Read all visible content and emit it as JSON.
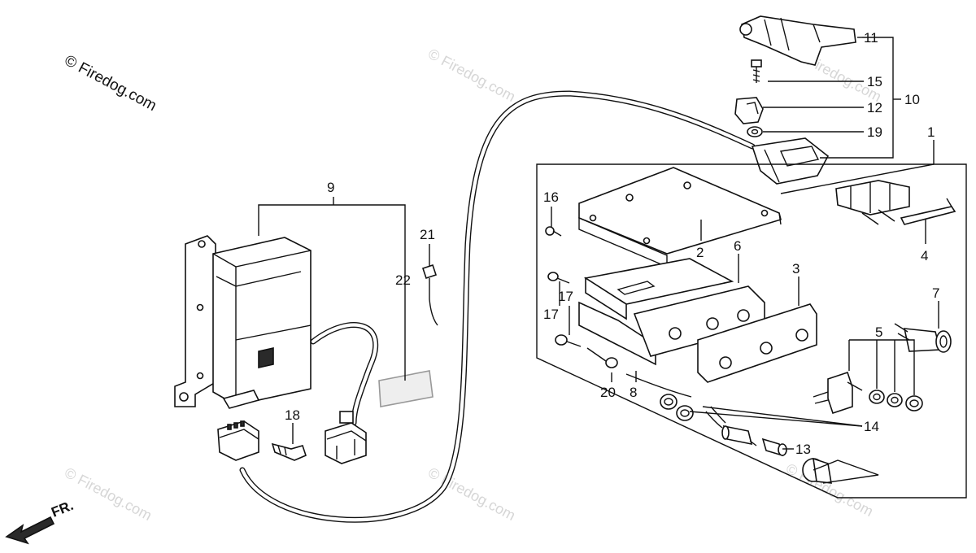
{
  "watermark": {
    "main": "© Firedog.com",
    "faint": "© Firedog.com"
  },
  "direction": {
    "text": "FR."
  },
  "callouts": {
    "c1": "1",
    "c2": "2",
    "c3": "3",
    "c4": "4",
    "c5": "5",
    "c6": "6",
    "c7": "7",
    "c8": "8",
    "c9": "9",
    "c10": "10",
    "c11": "11",
    "c12": "12",
    "c13": "13",
    "c14": "14",
    "c15": "15",
    "c16": "16",
    "c17a": "17",
    "c17b": "17",
    "c18": "18",
    "c19": "19",
    "c20": "20",
    "c21": "21",
    "c22": "22"
  }
}
